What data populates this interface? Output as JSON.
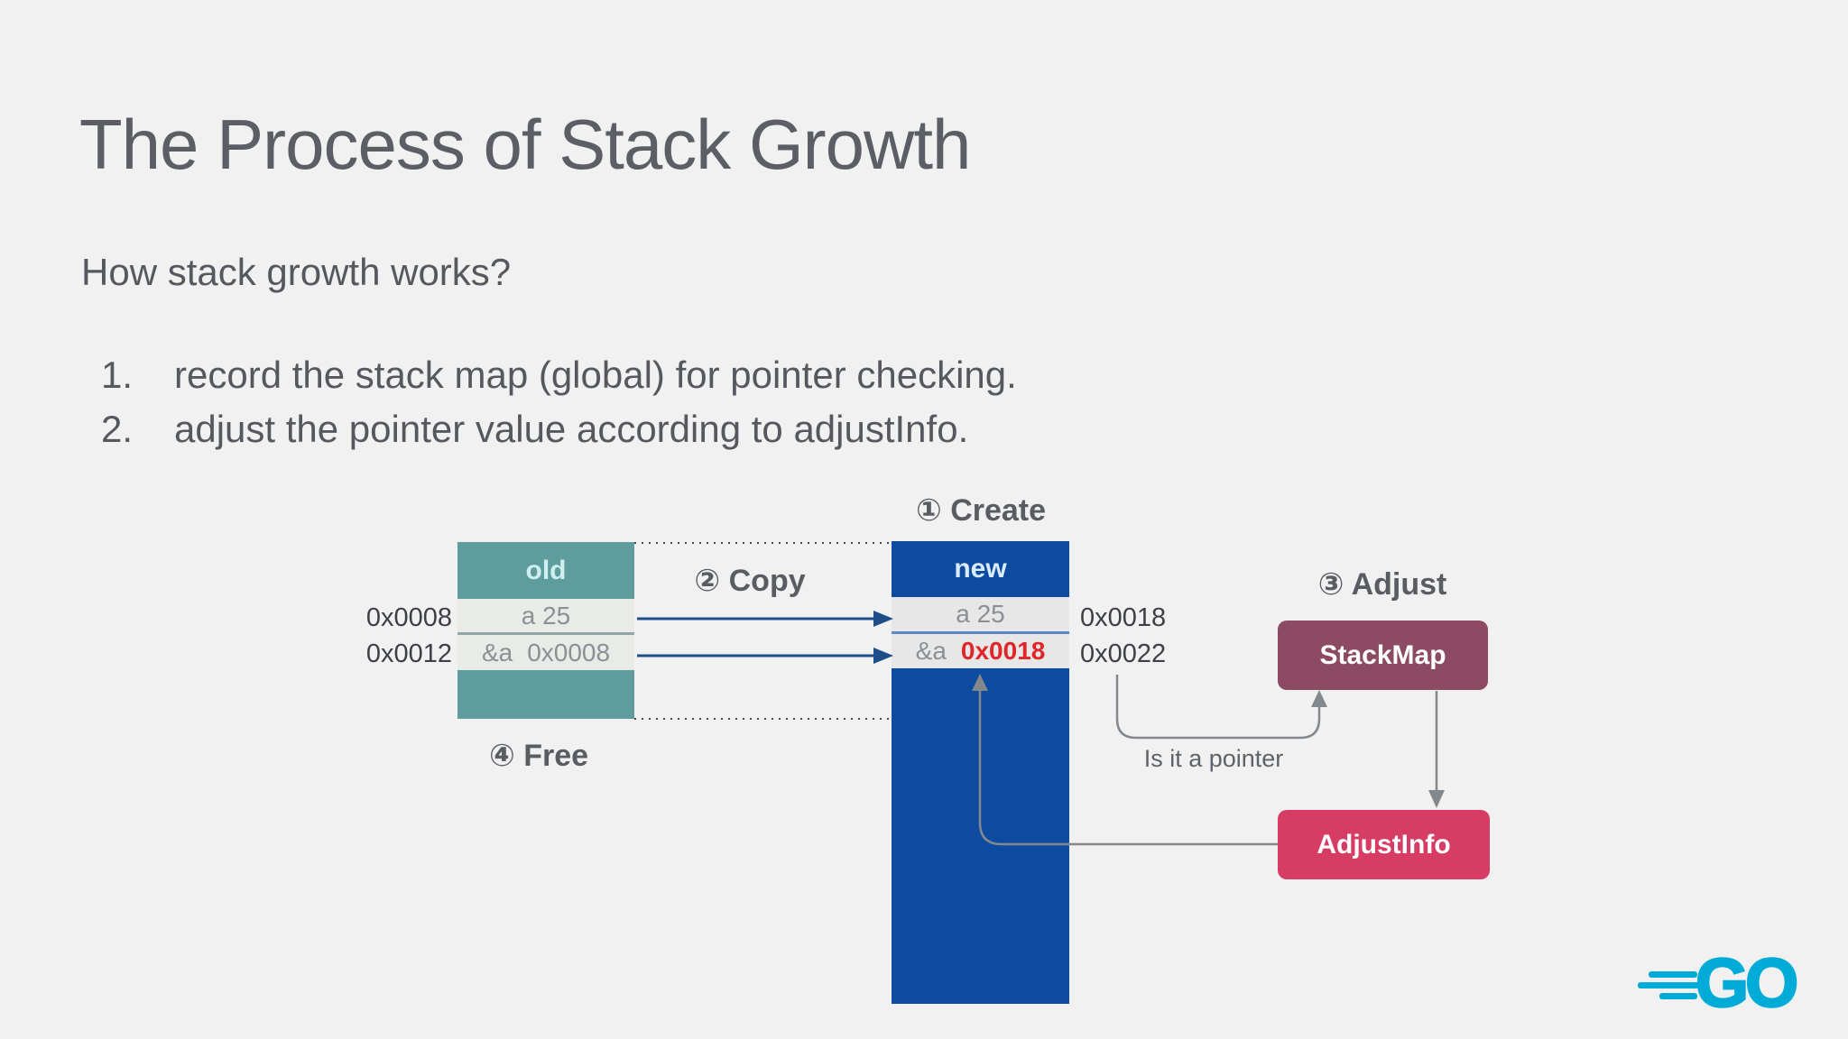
{
  "slide": {
    "title": "The Process of Stack Growth",
    "question": "How stack growth works?",
    "list": [
      {
        "num": "1.",
        "text": "record the stack map (global) for pointer checking."
      },
      {
        "num": "2.",
        "text": "adjust the pointer value according to adjustInfo."
      }
    ]
  },
  "diagram": {
    "labels": {
      "create": "① Create",
      "copy": "② Copy",
      "adjust": "③ Adjust",
      "free": "④ Free",
      "pointer_question": "Is it a pointer"
    },
    "old_stack": {
      "title": "old",
      "row1": "a 25",
      "row2_prefix": "&a",
      "row2_value": "0x0008",
      "addr1": "0x0008",
      "addr2": "0x0012"
    },
    "new_stack": {
      "title": "new",
      "row1": "a 25",
      "row2_prefix": "&a",
      "row2_value": "0x0018",
      "addr1": "0x0018",
      "addr2": "0x0022"
    },
    "nodes": {
      "stackmap": "StackMap",
      "adjustinfo": "AdjustInfo"
    },
    "colors": {
      "old_stack_teal": "#5e9c9e",
      "new_stack_blue": "#0c4ba0",
      "highlight_red": "#e12629",
      "stackmap_bg": "#8c4a63",
      "adjustinfo_bg": "#d63c64",
      "copy_arrow_navy": "#1d4e89",
      "connector_gray": "#83888d",
      "background": "#f1f1f2"
    }
  },
  "footer": {
    "logo_text": "GO",
    "logo_color": "#00acd7"
  }
}
